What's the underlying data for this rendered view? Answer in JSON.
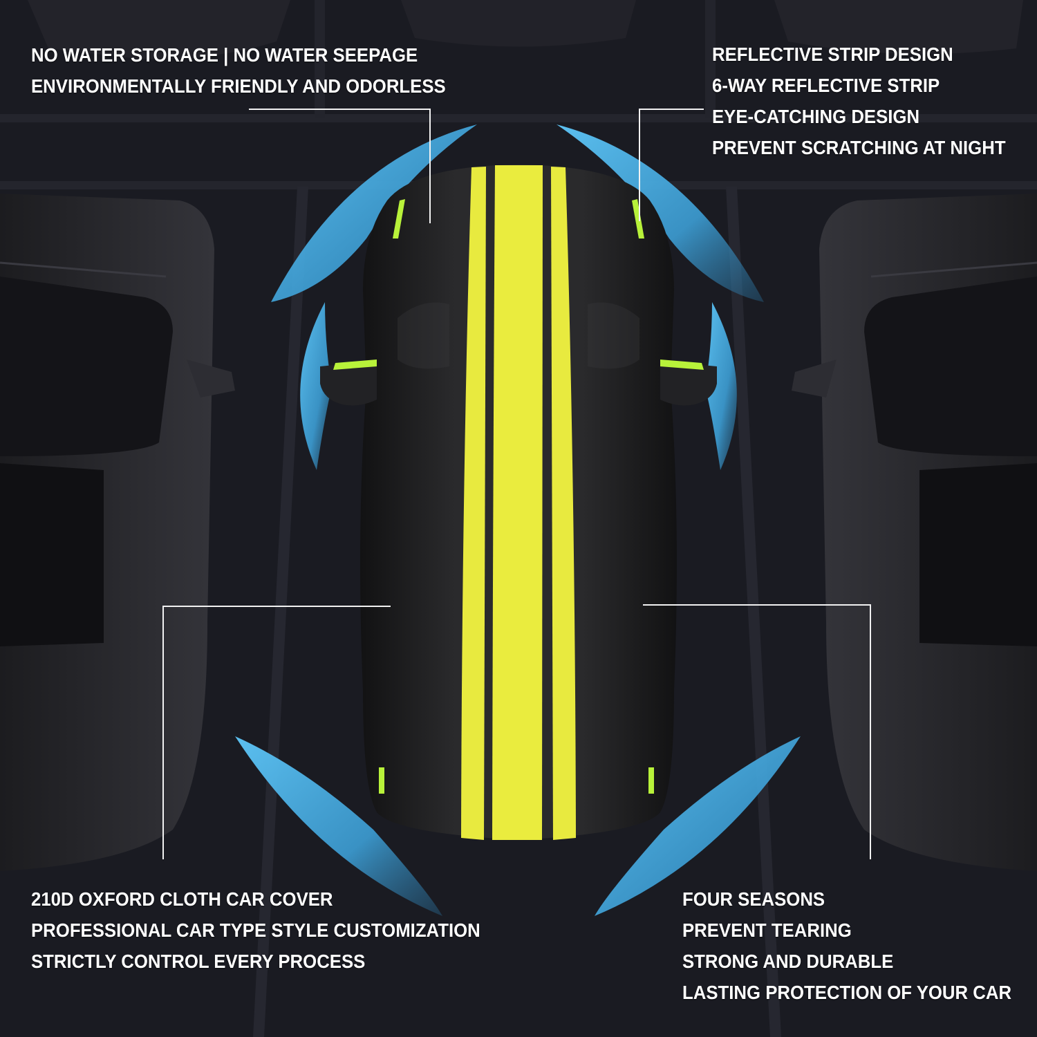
{
  "colors": {
    "background": "#1a1b22",
    "lane_line": "#2a2b33",
    "cover_body": "#1b1b1d",
    "stripe_yellow": "#eaec3e",
    "reflective_green": "#b8f23a",
    "arc_blue": "#4fb2e6",
    "text": "#ffffff"
  },
  "callouts": {
    "top_left": {
      "lines": [
        "NO WATER STORAGE | NO WATER SEEPAGE",
        "ENVIRONMENTALLY FRIENDLY AND ODORLESS"
      ]
    },
    "top_right": {
      "lines": [
        "REFLECTIVE STRIP DESIGN",
        "6-WAY REFLECTIVE STRIP",
        "EYE-CATCHING DESIGN",
        "PREVENT SCRATCHING AT NIGHT"
      ]
    },
    "bottom_left": {
      "lines": [
        "210D OXFORD CLOTH CAR COVER",
        "PROFESSIONAL CAR TYPE STYLE CUSTOMIZATION",
        "STRICTLY CONTROL EVERY PROCESS"
      ]
    },
    "bottom_right": {
      "lines": [
        "FOUR SEASONS",
        "PREVENT TEARING",
        "STRONG AND DURABLE",
        "LASTING PROTECTION OF YOUR CAR"
      ]
    }
  }
}
